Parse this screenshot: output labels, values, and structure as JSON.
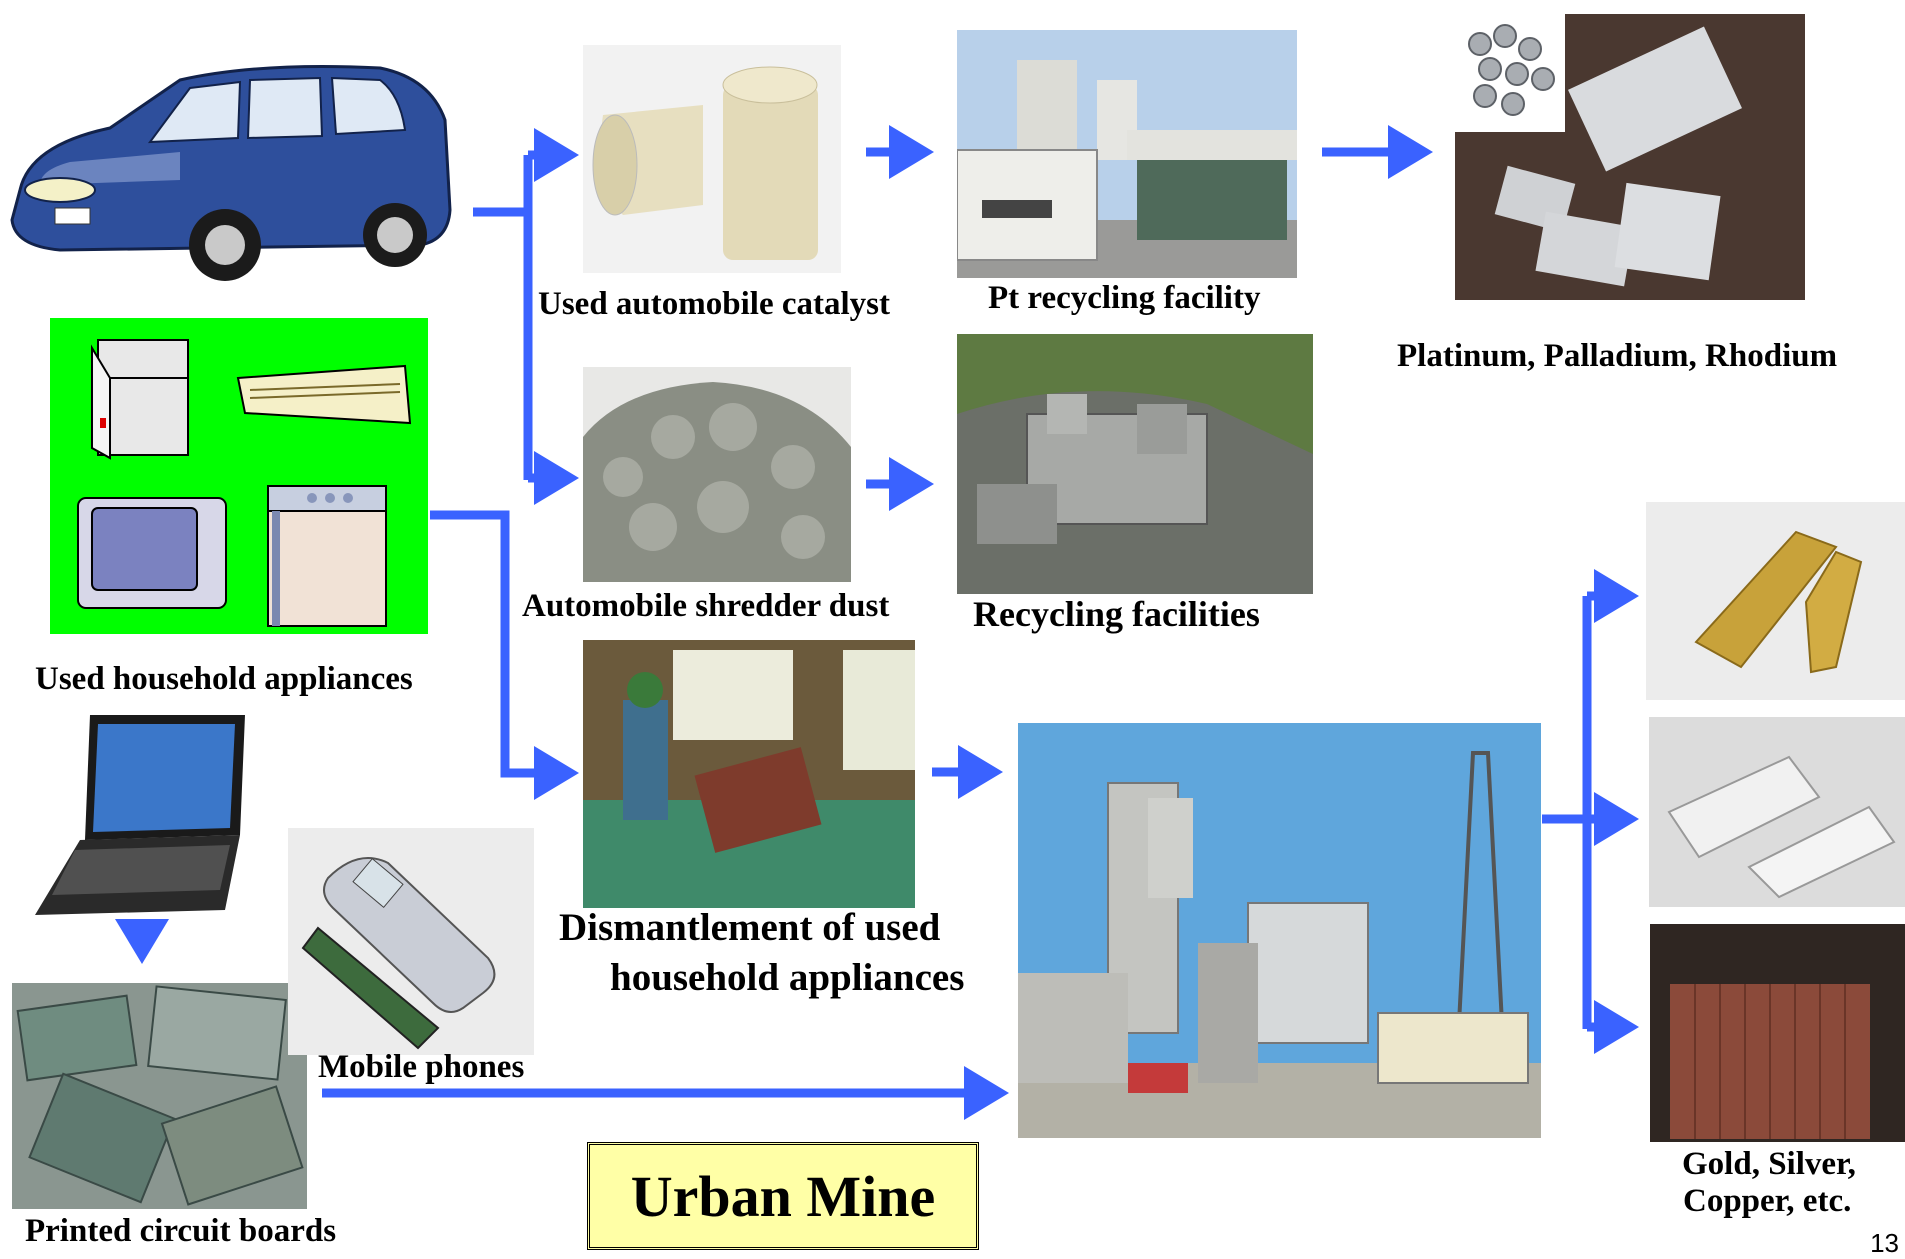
{
  "labels": {
    "used_catalyst": "Used automobile catalyst",
    "pt_facility": "Pt recycling facility",
    "pgm_metals": "Platinum, Palladium, Rhodium",
    "shredder_dust": "Automobile shredder dust",
    "recycling_facilities": "Recycling facilities",
    "household_appliances": "Used household appliances",
    "dismantlement_line1": "Dismantlement of used",
    "dismantlement_line2": "household appliances",
    "mobile_phones": "Mobile phones",
    "circuit_boards": "Printed circuit boards",
    "gold_silver_copper_line1": "Gold, Silver,",
    "gold_silver_copper_line2": "Copper, etc."
  },
  "title": "Urban Mine",
  "page_number": "13",
  "colors": {
    "arrow": "#3a62ff",
    "appliance_bg": "#00ff00",
    "title_bg": "#ffffa6"
  }
}
